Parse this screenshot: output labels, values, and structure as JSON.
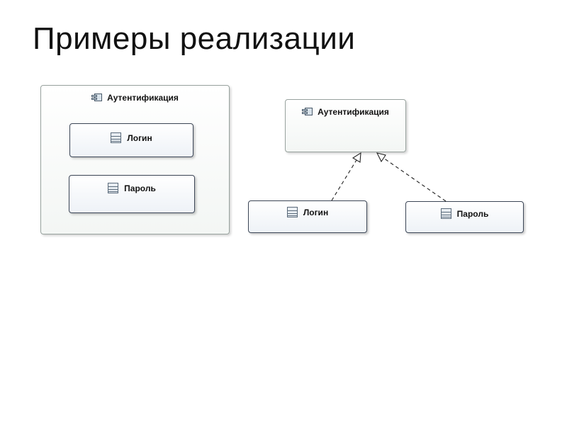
{
  "slide": {
    "title": "Примеры реализации"
  },
  "left_diagram": {
    "component": {
      "label": "Аутентификация",
      "icon": "component-icon"
    },
    "classes": [
      {
        "label": "Логин",
        "icon": "class-icon"
      },
      {
        "label": "Пароль",
        "icon": "class-icon"
      }
    ]
  },
  "right_diagram": {
    "component": {
      "label": "Аутентификация",
      "icon": "component-icon"
    },
    "classes": [
      {
        "label": "Логин",
        "icon": "class-icon"
      },
      {
        "label": "Пароль",
        "icon": "class-icon"
      }
    ],
    "relationship": "realization"
  },
  "colors": {
    "component_border": "#98a29e",
    "class_border": "#3c4656",
    "arrow": "#222222"
  }
}
